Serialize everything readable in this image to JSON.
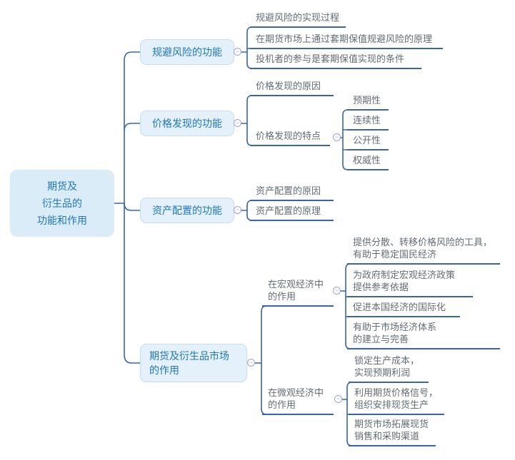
{
  "collapse_glyph": "−",
  "colors": {
    "root_fill": "#d9ecf7",
    "node_fill": "#e4f1fa",
    "node_border": "#c6dff0",
    "node_text": "#2177b8",
    "leaf_text": "#636c75",
    "line": "#3766ab",
    "collapse": "#9fa2de"
  },
  "mindmap": {
    "root": {
      "label": "期货及\n衍生品的\n功能和作用"
    },
    "branches": [
      {
        "label": "规避风险的功能",
        "children": [
          {
            "label": "规避风险的实现过程"
          },
          {
            "label": "在期货市场上通过套期保值规避风险的原理"
          },
          {
            "label": "投机者的参与是套期保值实现的条件"
          }
        ]
      },
      {
        "label": "价格发现的功能",
        "children": [
          {
            "label": "价格发现的原因"
          },
          {
            "label": "价格发现的特点",
            "children": [
              {
                "label": "预期性"
              },
              {
                "label": "连续性"
              },
              {
                "label": "公开性"
              },
              {
                "label": "权威性"
              }
            ]
          }
        ]
      },
      {
        "label": "资产配置的功能",
        "children": [
          {
            "label": "资产配置的原因"
          },
          {
            "label": "资产配置的原理"
          }
        ]
      },
      {
        "label": "期货及衍生品市场\n的作用",
        "children": [
          {
            "label": "在宏观经济中\n的作用",
            "children": [
              {
                "label": "提供分散、转移价格风险的工具，\n有助于稳定国民经济"
              },
              {
                "label": "为政府制定宏观经济政策\n提供参考依据"
              },
              {
                "label": "促进本国经济的国际化"
              },
              {
                "label": "有助于市场经济体系\n的建立与完善"
              }
            ]
          },
          {
            "label": "在微观经济中\n的作用",
            "children": [
              {
                "label": "锁定生产成本，\n实现预期利润"
              },
              {
                "label": "利用期货价格信号，\n组织安排现货生产"
              },
              {
                "label": "期货市场拓展现货\n销售和采购渠道"
              }
            ]
          }
        ]
      }
    ]
  }
}
